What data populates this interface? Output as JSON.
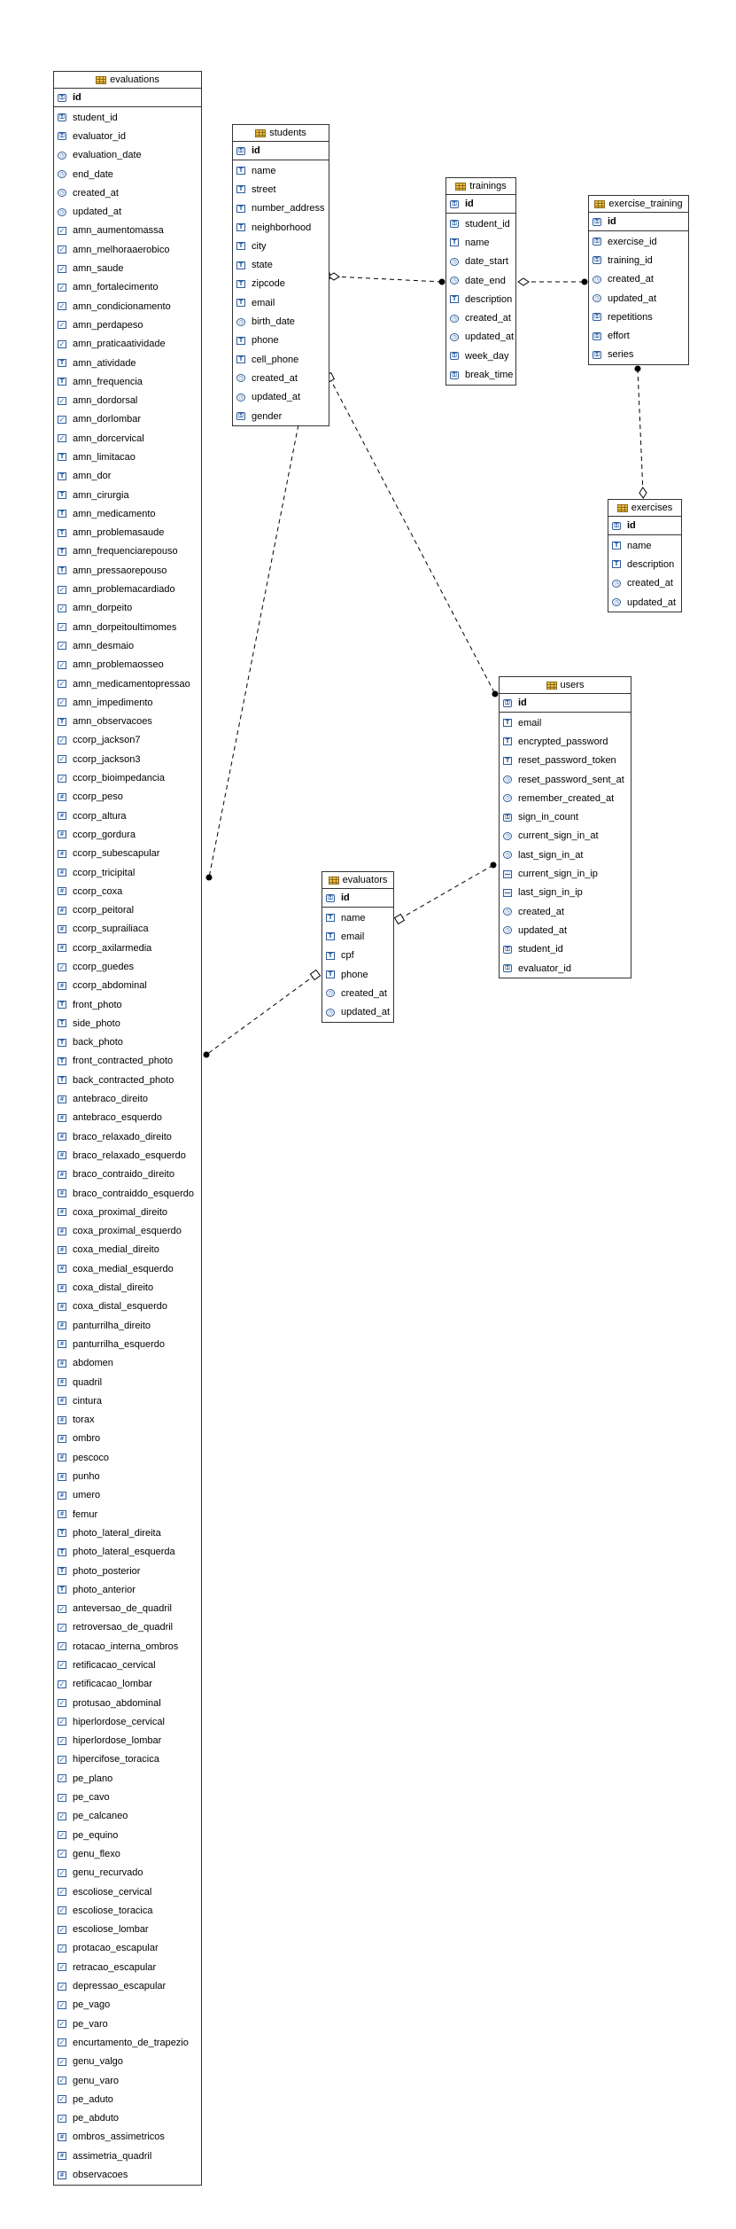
{
  "tables": [
    {
      "name": "evaluations",
      "pk": "id",
      "fields": [
        [
          "student_id",
          "k"
        ],
        [
          "evaluator_id",
          "k"
        ],
        [
          "evaluation_date",
          "d"
        ],
        [
          "end_date",
          "d"
        ],
        [
          "created_at",
          "d"
        ],
        [
          "updated_at",
          "d"
        ],
        [
          "amn_aumentomassa",
          "b"
        ],
        [
          "amn_melhoraaerobico",
          "b"
        ],
        [
          "amn_saude",
          "b"
        ],
        [
          "amn_fortalecimento",
          "b"
        ],
        [
          "amn_condicionamento",
          "b"
        ],
        [
          "amn_perdapeso",
          "b"
        ],
        [
          "amn_praticaatividade",
          "b"
        ],
        [
          "amn_atividade",
          "t"
        ],
        [
          "amn_frequencia",
          "t"
        ],
        [
          "amn_dordorsal",
          "b"
        ],
        [
          "amn_dorlombar",
          "b"
        ],
        [
          "amn_dorcervical",
          "b"
        ],
        [
          "amn_limitacao",
          "t"
        ],
        [
          "amn_dor",
          "t"
        ],
        [
          "amn_cirurgia",
          "t"
        ],
        [
          "amn_medicamento",
          "t"
        ],
        [
          "amn_problemasaude",
          "t"
        ],
        [
          "amn_frequenciarepouso",
          "t"
        ],
        [
          "amn_pressaorepouso",
          "t"
        ],
        [
          "amn_problemacardiado",
          "b"
        ],
        [
          "amn_dorpeito",
          "b"
        ],
        [
          "amn_dorpeitoultimomes",
          "b"
        ],
        [
          "amn_desmaio",
          "b"
        ],
        [
          "amn_problemaosseo",
          "b"
        ],
        [
          "amn_medicamentopressao",
          "b"
        ],
        [
          "amn_impedimento",
          "b"
        ],
        [
          "amn_observacoes",
          "t"
        ],
        [
          "ccorp_jackson7",
          "b"
        ],
        [
          "ccorp_jackson3",
          "b"
        ],
        [
          "ccorp_bioimpedancia",
          "b"
        ],
        [
          "ccorp_peso",
          "n"
        ],
        [
          "ccorp_altura",
          "n"
        ],
        [
          "ccorp_gordura",
          "n"
        ],
        [
          "ccorp_subescapular",
          "n"
        ],
        [
          "ccorp_tricipital",
          "n"
        ],
        [
          "ccorp_coxa",
          "n"
        ],
        [
          "ccorp_peitoral",
          "n"
        ],
        [
          "ccorp_suprailiaca",
          "n"
        ],
        [
          "ccorp_axilarmedia",
          "n"
        ],
        [
          "ccorp_guedes",
          "b"
        ],
        [
          "ccorp_abdominal",
          "n"
        ],
        [
          "front_photo",
          "t"
        ],
        [
          "side_photo",
          "t"
        ],
        [
          "back_photo",
          "t"
        ],
        [
          "front_contracted_photo",
          "t"
        ],
        [
          "back_contracted_photo",
          "t"
        ],
        [
          "antebraco_direito",
          "n"
        ],
        [
          "antebraco_esquerdo",
          "n"
        ],
        [
          "braco_relaxado_direito",
          "n"
        ],
        [
          "braco_relaxado_esquerdo",
          "n"
        ],
        [
          "braco_contraido_direito",
          "n"
        ],
        [
          "braco_contraiddo_esquerdo",
          "n"
        ],
        [
          "coxa_proximal_direito",
          "n"
        ],
        [
          "coxa_proximal_esquerdo",
          "n"
        ],
        [
          "coxa_medial_direito",
          "n"
        ],
        [
          "coxa_medial_esquerdo",
          "n"
        ],
        [
          "coxa_distal_direito",
          "n"
        ],
        [
          "coxa_distal_esquerdo",
          "n"
        ],
        [
          "panturrilha_direito",
          "n"
        ],
        [
          "panturrilha_esquerdo",
          "n"
        ],
        [
          "abdomen",
          "n"
        ],
        [
          "quadril",
          "n"
        ],
        [
          "cintura",
          "n"
        ],
        [
          "torax",
          "n"
        ],
        [
          "ombro",
          "n"
        ],
        [
          "pescoco",
          "n"
        ],
        [
          "punho",
          "n"
        ],
        [
          "umero",
          "n"
        ],
        [
          "femur",
          "n"
        ],
        [
          "photo_lateral_direita",
          "t"
        ],
        [
          "photo_lateral_esquerda",
          "t"
        ],
        [
          "photo_posterior",
          "t"
        ],
        [
          "photo_anterior",
          "t"
        ],
        [
          "anteversao_de_quadril",
          "b"
        ],
        [
          "retroversao_de_quadril",
          "b"
        ],
        [
          "rotacao_interna_ombros",
          "b"
        ],
        [
          "retificacao_cervical",
          "b"
        ],
        [
          "retificacao_lombar",
          "b"
        ],
        [
          "protusao_abdominal",
          "b"
        ],
        [
          "hiperlordose_cervical",
          "b"
        ],
        [
          "hiperlordose_lombar",
          "b"
        ],
        [
          "hipercifose_toracica",
          "b"
        ],
        [
          "pe_plano",
          "b"
        ],
        [
          "pe_cavo",
          "b"
        ],
        [
          "pe_calcaneo",
          "b"
        ],
        [
          "pe_equino",
          "b"
        ],
        [
          "genu_flexo",
          "b"
        ],
        [
          "genu_recurvado",
          "b"
        ],
        [
          "escoliose_cervical",
          "b"
        ],
        [
          "escoliose_toracica",
          "b"
        ],
        [
          "escoliose_lombar",
          "b"
        ],
        [
          "protacao_escapular",
          "b"
        ],
        [
          "retracao_escapular",
          "b"
        ],
        [
          "depressao_escapular",
          "b"
        ],
        [
          "pe_vago",
          "b"
        ],
        [
          "pe_varo",
          "b"
        ],
        [
          "encurtamento_de_trapezio",
          "b"
        ],
        [
          "genu_valgo",
          "b"
        ],
        [
          "genu_varo",
          "b"
        ],
        [
          "pe_aduto",
          "b"
        ],
        [
          "pe_abduto",
          "b"
        ],
        [
          "ombros_assimetricos",
          "n"
        ],
        [
          "assimetria_quadril",
          "n"
        ],
        [
          "observacoes",
          "n"
        ]
      ]
    },
    {
      "name": "students",
      "pk": "id",
      "fields": [
        [
          "name",
          "t"
        ],
        [
          "street",
          "t"
        ],
        [
          "number_address",
          "t"
        ],
        [
          "neighborhood",
          "t"
        ],
        [
          "city",
          "t"
        ],
        [
          "state",
          "t"
        ],
        [
          "zipcode",
          "t"
        ],
        [
          "email",
          "t"
        ],
        [
          "birth_date",
          "d"
        ],
        [
          "phone",
          "t"
        ],
        [
          "cell_phone",
          "t"
        ],
        [
          "created_at",
          "d"
        ],
        [
          "updated_at",
          "d"
        ],
        [
          "gender",
          "k"
        ]
      ]
    },
    {
      "name": "trainings",
      "pk": "id",
      "fields": [
        [
          "student_id",
          "k"
        ],
        [
          "name",
          "t"
        ],
        [
          "date_start",
          "d"
        ],
        [
          "date_end",
          "d"
        ],
        [
          "description",
          "t"
        ],
        [
          "created_at",
          "d"
        ],
        [
          "updated_at",
          "d"
        ],
        [
          "week_day",
          "k"
        ],
        [
          "break_time",
          "k"
        ]
      ]
    },
    {
      "name": "exercise_training",
      "pk": "id",
      "fields": [
        [
          "exercise_id",
          "k"
        ],
        [
          "training_id",
          "k"
        ],
        [
          "created_at",
          "d"
        ],
        [
          "updated_at",
          "d"
        ],
        [
          "repetitions",
          "k"
        ],
        [
          "effort",
          "k"
        ],
        [
          "series",
          "k"
        ]
      ]
    },
    {
      "name": "exercises",
      "pk": "id",
      "fields": [
        [
          "name",
          "t"
        ],
        [
          "description",
          "t"
        ],
        [
          "created_at",
          "d"
        ],
        [
          "updated_at",
          "d"
        ]
      ]
    },
    {
      "name": "users",
      "pk": "id",
      "fields": [
        [
          "email",
          "t"
        ],
        [
          "encrypted_password",
          "t"
        ],
        [
          "reset_password_token",
          "t"
        ],
        [
          "reset_password_sent_at",
          "d"
        ],
        [
          "remember_created_at",
          "d"
        ],
        [
          "sign_in_count",
          "k"
        ],
        [
          "current_sign_in_at",
          "d"
        ],
        [
          "last_sign_in_at",
          "d"
        ],
        [
          "current_sign_in_ip",
          "i"
        ],
        [
          "last_sign_in_ip",
          "i"
        ],
        [
          "created_at",
          "d"
        ],
        [
          "updated_at",
          "d"
        ],
        [
          "student_id",
          "k"
        ],
        [
          "evaluator_id",
          "k"
        ]
      ]
    },
    {
      "name": "evaluators",
      "pk": "id",
      "fields": [
        [
          "name",
          "t"
        ],
        [
          "email",
          "t"
        ],
        [
          "cpf",
          "t"
        ],
        [
          "phone",
          "t"
        ],
        [
          "created_at",
          "d"
        ],
        [
          "updated_at",
          "d"
        ]
      ]
    }
  ]
}
